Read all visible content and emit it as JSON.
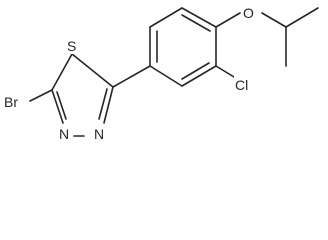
{
  "molecule": {
    "atoms": {
      "br": "Br",
      "s": "S",
      "n1": "N",
      "n2": "N",
      "cl": "Cl",
      "o": "O"
    },
    "colors": {
      "bond": "#262626",
      "label": "#262626",
      "background": "#ffffff"
    }
  }
}
